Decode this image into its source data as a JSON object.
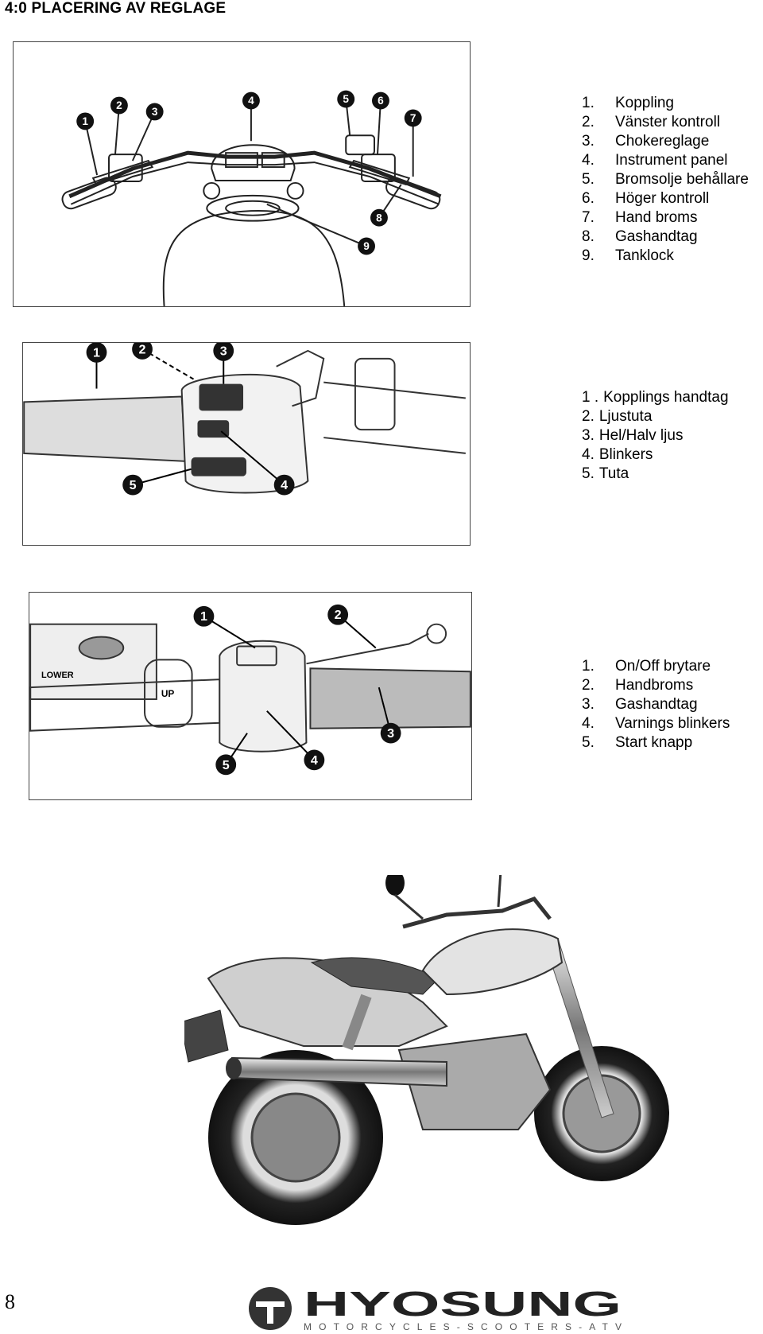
{
  "section_heading": "4:0  PLACERING AV REGLAGE",
  "figure1": {
    "callouts": [
      "1",
      "2",
      "3",
      "4",
      "5",
      "6",
      "7",
      "8",
      "9"
    ],
    "items": [
      {
        "num": "1.",
        "label": "Koppling"
      },
      {
        "num": "2.",
        "label": "Vänster kontroll"
      },
      {
        "num": "3.",
        "label": "Chokereglage"
      },
      {
        "num": "4.",
        "label": "Instrument panel"
      },
      {
        "num": "5.",
        "label": "Bromsolje behållare"
      },
      {
        "num": "6.",
        "label": "Höger kontroll"
      },
      {
        "num": "7.",
        "label": "Hand broms"
      },
      {
        "num": "8.",
        "label": "Gashandtag"
      },
      {
        "num": "9.",
        "label": "Tanklock"
      }
    ]
  },
  "figure2": {
    "callouts": [
      "1",
      "2",
      "3",
      "4",
      "5"
    ],
    "items": [
      {
        "num": "1 .",
        "label": "Kopplings handtag"
      },
      {
        "num": "2.",
        "label": "Ljustuta"
      },
      {
        "num": "3.",
        "label": "Hel/Halv ljus"
      },
      {
        "num": "4.",
        "label": " Blinkers"
      },
      {
        "num": "5.",
        "label": " Tuta"
      }
    ]
  },
  "figure3": {
    "callouts": [
      "1",
      "2",
      "3",
      "4",
      "5"
    ],
    "reservoir_label": "LOWER",
    "switch_label": "UP",
    "items": [
      {
        "num": "1.",
        "label": "On/Off brytare"
      },
      {
        "num": "2.",
        "label": "Handbroms"
      },
      {
        "num": "3.",
        "label": "Gashandtag"
      },
      {
        "num": "4.",
        "label": "Varnings blinkers"
      },
      {
        "num": "5.",
        "label": "Start knapp"
      }
    ]
  },
  "page_number": "8",
  "brand": {
    "name": "HYOSUNG",
    "tagline": "MOTORCYCLES-SCOOTERS-ATV"
  }
}
